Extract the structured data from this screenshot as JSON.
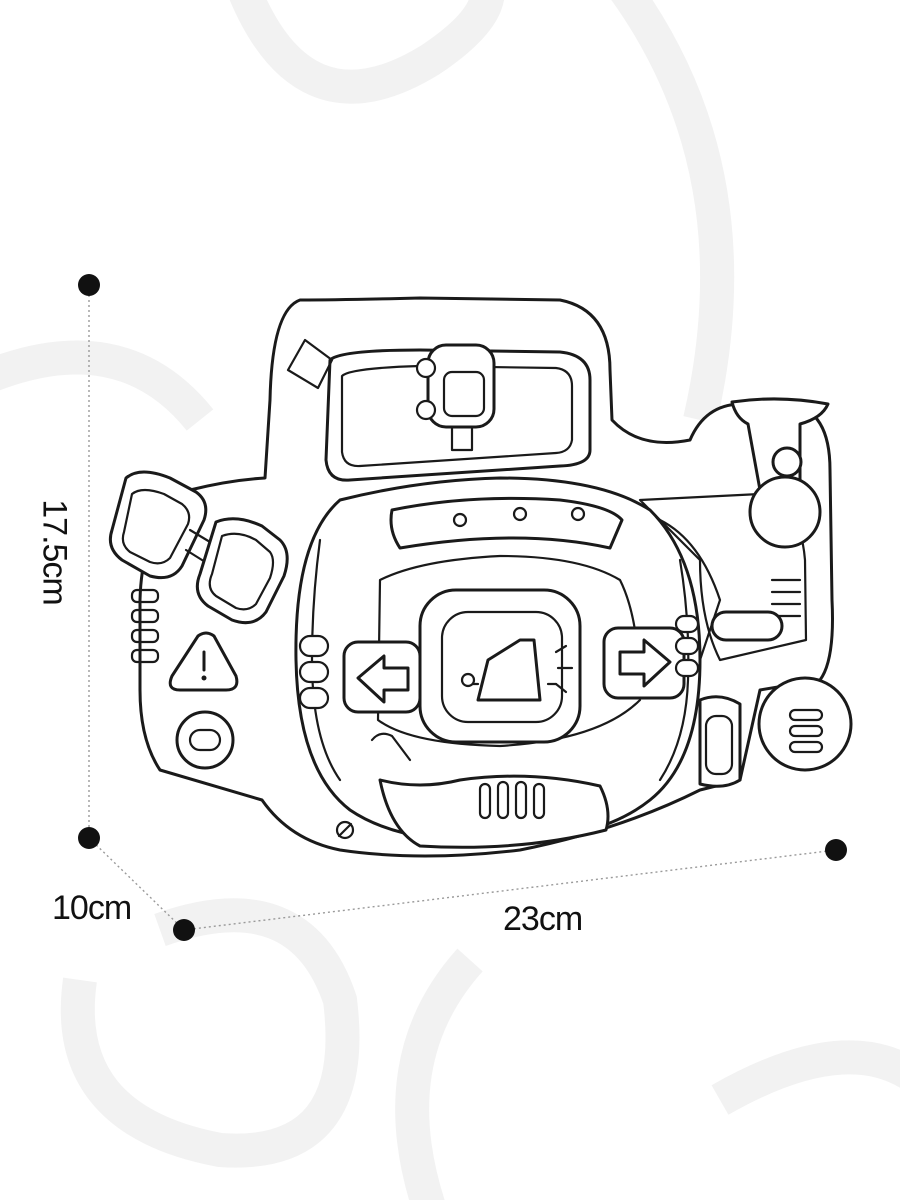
{
  "dimensions": {
    "height": "17.5cm",
    "depth": "10cm",
    "width": "23cm"
  },
  "colors": {
    "line": "#1a1a1a",
    "watermark": "#f2f2f2",
    "background": "#ffffff"
  },
  "icons": [
    "warning-triangle-icon",
    "bell-icon",
    "left-arrow-icon",
    "right-arrow-icon"
  ]
}
